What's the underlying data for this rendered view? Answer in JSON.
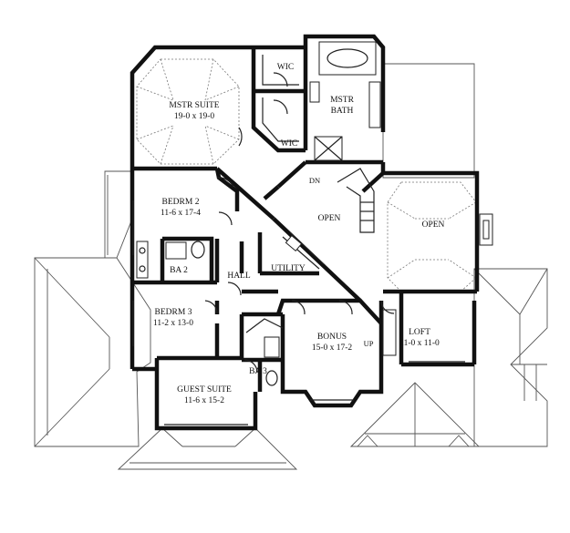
{
  "rooms": {
    "mstr_suite": {
      "name": "MSTR SUITE",
      "dims": "19-0 x 19-0"
    },
    "wic_top": {
      "name": "WIC"
    },
    "wic_bottom": {
      "name": "WIC"
    },
    "mstr_bath": {
      "name1": "MSTR",
      "name2": "BATH"
    },
    "bedrm2": {
      "name": "BEDRM 2",
      "dims": "11-6 x 17-4"
    },
    "ba2": {
      "name": "BA 2"
    },
    "hall": {
      "name": "HALL"
    },
    "utility": {
      "name": "UTILITY"
    },
    "open_left": {
      "name": "OPEN"
    },
    "open_right": {
      "name": "OPEN"
    },
    "bedrm3": {
      "name": "BEDRM 3",
      "dims": "11-2 x 13-0"
    },
    "ba3": {
      "name": "BA 3"
    },
    "guest_suite": {
      "name": "GUEST SUITE",
      "dims": "11-6 x 15-2"
    },
    "bonus": {
      "name": "BONUS",
      "dims": "15-0 x 17-2"
    },
    "loft": {
      "name": "LOFT",
      "dims": "11-0 x 11-0"
    }
  },
  "stairs": {
    "down_label": "DN",
    "up_label": "UP"
  }
}
